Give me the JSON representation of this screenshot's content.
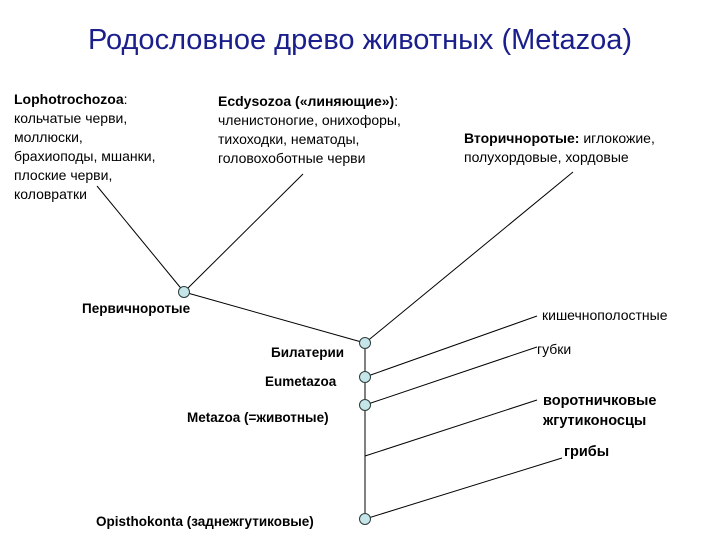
{
  "title": "Родословное древо животных (Metazoa)",
  "groups": {
    "lophotrochozoa": {
      "name": "Lophotrochozoa",
      "sep": ":",
      "lines": [
        "кольчатые черви,",
        "моллюски,",
        "брахиоподы, мшанки,",
        "плоские черви,",
        "коловратки"
      ]
    },
    "ecdysozoa": {
      "name": "Ecdysozoa («линяющие»)",
      "sep": ":",
      "lines": [
        "членистоногие, онихофоры,",
        "тихоходки, нематоды,",
        "головохоботные черви"
      ]
    },
    "deuterostomia": {
      "name": "Вторичноротые:",
      "first_rest": " иглокожие,",
      "lines": [
        "полухордовые, хордовые"
      ]
    }
  },
  "nodes": {
    "protostomia": "Первичноротые",
    "bilateria": "Билатерии",
    "eumetazoa": "Eumetazoa",
    "metazoa": "Metazoa (=животные)",
    "opisthokonta": "Opisthokonta (заднежгутиковые)"
  },
  "tips": {
    "cnidaria": "кишечнополостные",
    "sponges": "губки",
    "choanoflagellates_1": "воротничковые",
    "choanoflagellates_2": "жгутиконосцы",
    "fungi": "грибы"
  },
  "colors": {
    "title": "#1a1f8c",
    "node_fill": "#c5e6e8",
    "line": "#000000"
  }
}
